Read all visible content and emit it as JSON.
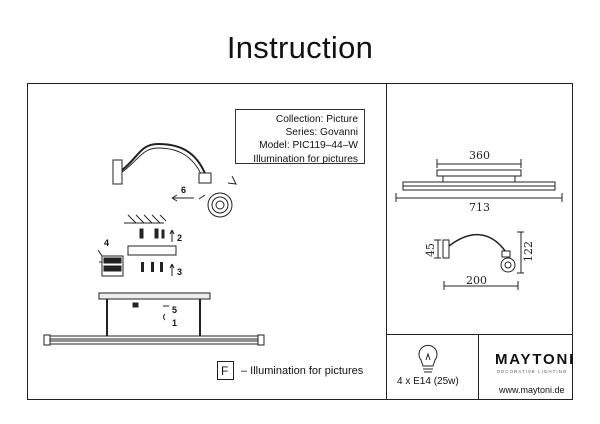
{
  "title": "Instruction",
  "info": {
    "collection": "Collection: Picture",
    "series": "Series: Govanni",
    "model": "Model: PIC119–44–W",
    "purpose": "Illumination for pictures"
  },
  "legend": {
    "symbol": "F",
    "text": "– Illumination for pictures"
  },
  "bulb_spec": "4 x E14 (25w)",
  "brand": {
    "name": "MAYTONI",
    "tagline": "DECORATIVE LIGHTING",
    "website": "www.maytoni.de"
  },
  "dimensions": {
    "bracket_width": "360",
    "total_length": "713",
    "side_height": "45",
    "side_depth": "200",
    "arm_height": "122"
  },
  "steps": {
    "rotate": "6",
    "mark": "1",
    "drill": "2",
    "screw": "3",
    "wire": "4",
    "mount": "5"
  }
}
